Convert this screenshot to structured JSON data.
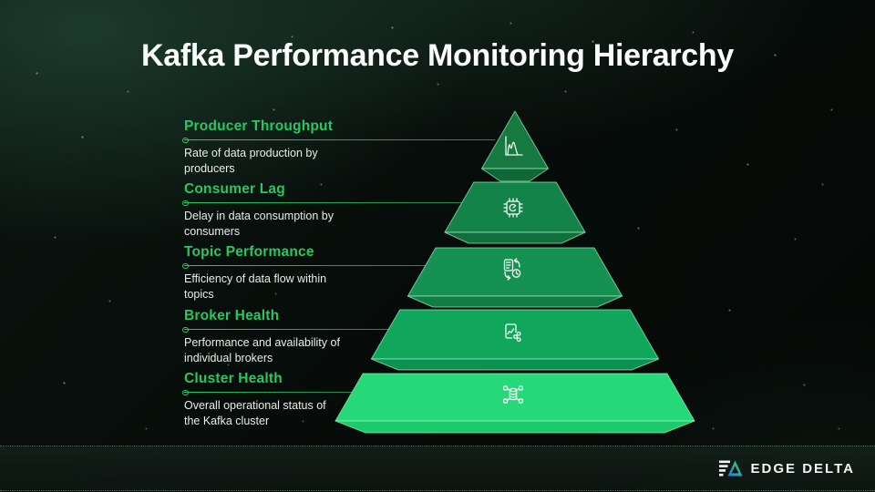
{
  "title": "Kafka Performance Monitoring Hierarchy",
  "colors": {
    "accent": "#27c763",
    "text": "#e9ede9",
    "background": "#070c09",
    "edge-stroke": "#9ff0c0"
  },
  "levels": [
    {
      "name": "Producer Throughput",
      "description": "Rate of data production by producers",
      "icon": "histogram-icon",
      "color": "#157940",
      "shade": "#116636"
    },
    {
      "name": "Consumer Lag",
      "description": "Delay in data consumption by consumers",
      "icon": "chip-clock-icon",
      "color": "#148349",
      "shade": "#116f3e"
    },
    {
      "name": "Topic Performance",
      "description": "Efficiency of data flow within topics",
      "icon": "data-sync-clock-icon",
      "color": "#159252",
      "shade": "#127c45"
    },
    {
      "name": "Broker Health",
      "description": "Performance and availability of individual brokers",
      "icon": "report-nodes-icon",
      "color": "#10a75c",
      "shade": "#0d9150"
    },
    {
      "name": "Cluster Health",
      "description": "Overall operational status of the Kafka cluster",
      "icon": "cluster-nodes-icon",
      "color": "#25d878",
      "shade": "#1cc96c"
    }
  ],
  "footer": {
    "brand": "EDGE DELTA",
    "logo": "edge-delta-logo"
  }
}
